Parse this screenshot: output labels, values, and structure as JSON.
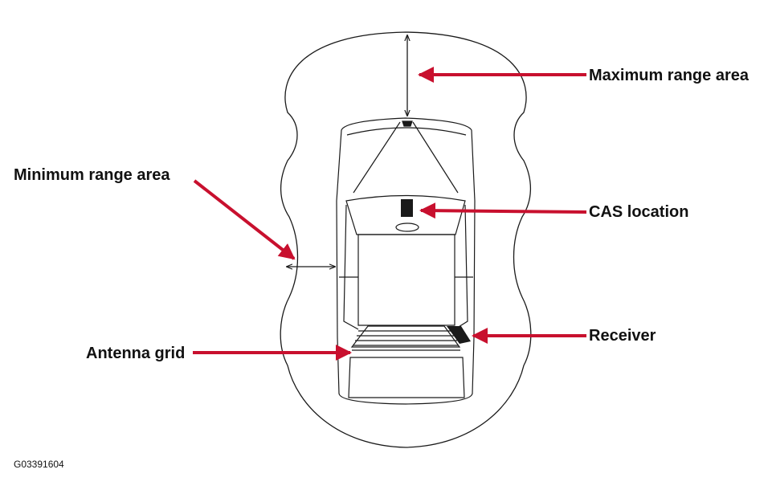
{
  "labels": {
    "maximum_range": "Maximum range area",
    "minimum_range": "Minimum range area",
    "cas_location": "CAS location",
    "receiver": "Receiver",
    "antenna_grid": "Antenna grid"
  },
  "figure_id": "G03391604",
  "colors": {
    "arrow": "#c8102e",
    "outline": "#1a1a1a",
    "text": "#111111"
  }
}
